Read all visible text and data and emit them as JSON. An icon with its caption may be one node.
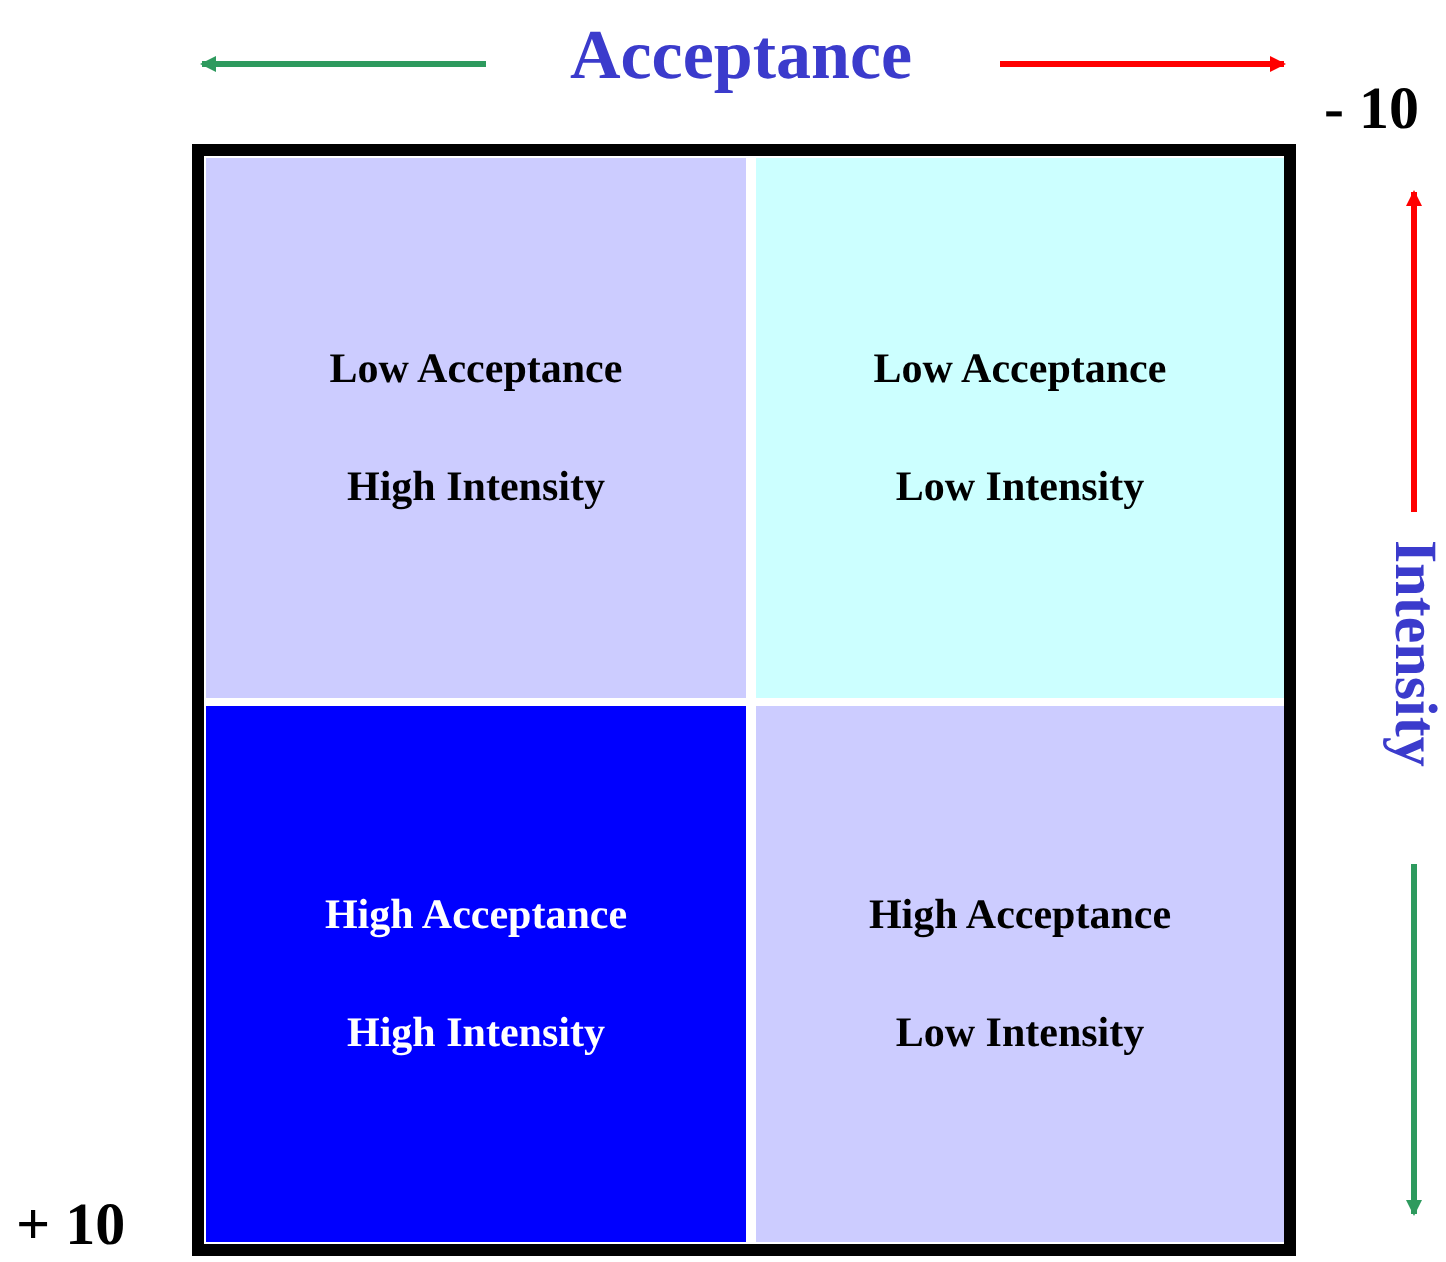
{
  "diagram": {
    "nodes": [
      {
        "text": [
          "Low Acceptance",
          "High Intensity"
        ]
      },
      {
        "text": [
          "Low Acceptance",
          "Low Intensity"
        ]
      },
      {
        "text": [
          "High Acceptance",
          "High Intensity"
        ]
      },
      {
        "text": [
          "High Acceptance",
          "Low Intensity"
        ]
      }
    ],
    "labels": [
      "Acceptance",
      "- 10",
      "Intensity",
      "+ 10"
    ]
  }
}
